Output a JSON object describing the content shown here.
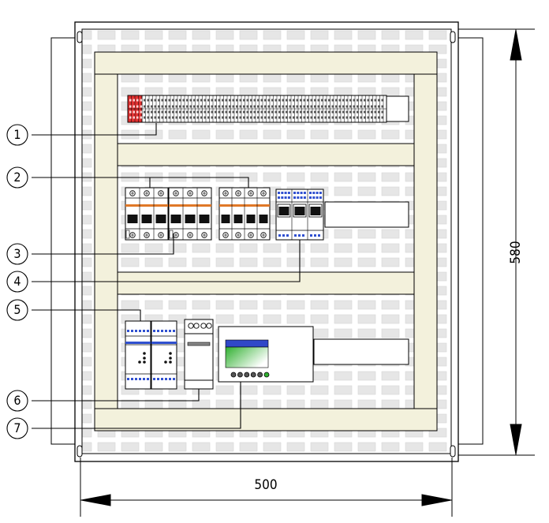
{
  "dimensions": {
    "width_label": "500",
    "height_label": "580"
  },
  "callouts": [
    "1",
    "2",
    "3",
    "4",
    "5",
    "6",
    "7"
  ],
  "colors": {
    "rail": "#f3f1dc",
    "grid_fill": "#f4f4f4",
    "terminal_red": "#e03030",
    "breaker_orange": "#e07828",
    "accent_blue": "#3050d0",
    "screen_blue": "#3048c8",
    "screen_green": "#30b030"
  }
}
